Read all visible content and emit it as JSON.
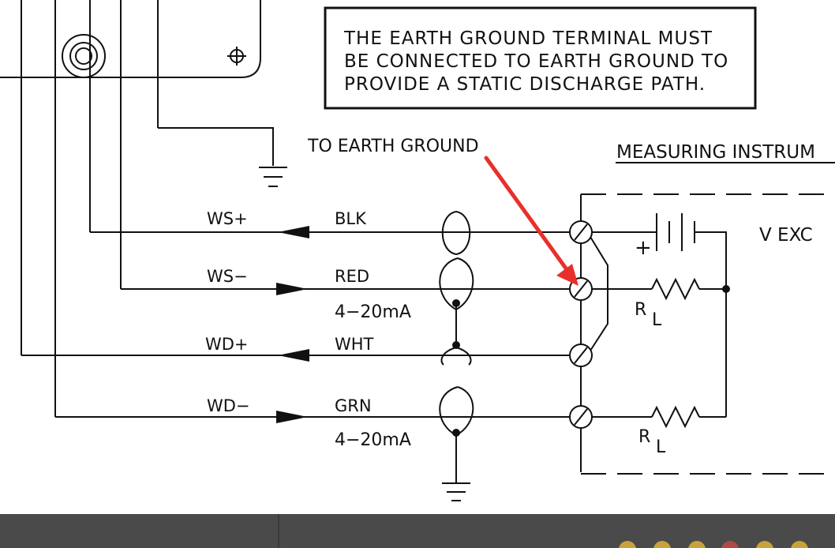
{
  "note_box": {
    "lines": [
      "THE EARTH GROUND TERMINAL MUST",
      "BE CONNECTED TO EARTH GROUND TO",
      "PROVIDE A STATIC DISCHARGE PATH."
    ]
  },
  "labels": {
    "to_earth_ground": "TO EARTH GROUND",
    "measuring_instrument": "MEASURING INSTRUM",
    "v_exc": "V EXC",
    "plus": "+",
    "current_1": "4−20mA",
    "current_2": "4−20mA",
    "rl_1_r": "R",
    "rl_1_l": "L",
    "rl_2_r": "R",
    "rl_2_l": "L"
  },
  "wires": [
    {
      "signal": "WS+",
      "color": "BLK"
    },
    {
      "signal": "WS−",
      "color": "RED"
    },
    {
      "signal": "WD+",
      "color": "WHT"
    },
    {
      "signal": "WD−",
      "color": "GRN"
    }
  ],
  "colors": {
    "line": "#111111",
    "arrow_annotation": "#e8302a",
    "taskbar": "#4a4a4a"
  }
}
